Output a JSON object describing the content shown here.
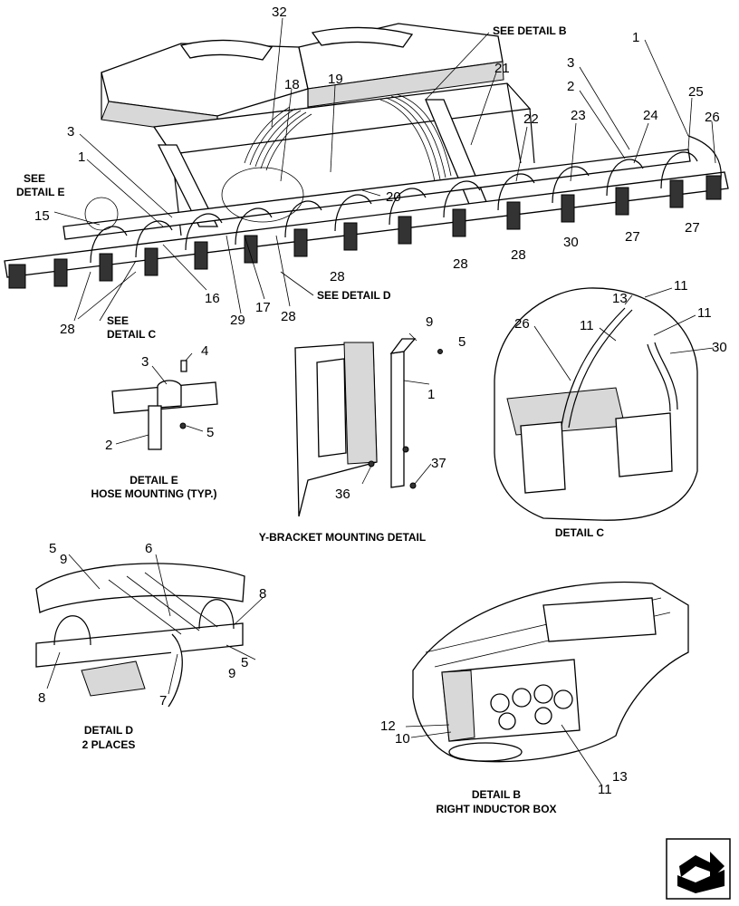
{
  "callouts": {
    "main": [
      "32",
      "SEE DETAIL B",
      "1",
      "21",
      "3",
      "2",
      "25",
      "26",
      "18",
      "19",
      "22",
      "23",
      "24",
      "3",
      "1",
      "SEE",
      "DETAIL E",
      "15",
      "20",
      "30",
      "27",
      "27",
      "28",
      "28",
      "28",
      "28",
      "SEE",
      "DETAIL C",
      "16",
      "29",
      "17",
      "28",
      "SEE DETAIL D"
    ],
    "detail_e": [
      "4",
      "3",
      "5",
      "2"
    ],
    "y_bracket": [
      "9",
      "5",
      "1",
      "36",
      "37"
    ],
    "detail_c": [
      "13",
      "11",
      "11",
      "11",
      "26",
      "30"
    ],
    "detail_d": [
      "5",
      "9",
      "6",
      "8",
      "8",
      "9",
      "5",
      "7"
    ],
    "detail_b": [
      "12",
      "10",
      "11",
      "13"
    ]
  },
  "captions": {
    "detail_e_1": "DETAIL E",
    "detail_e_2": "HOSE MOUNTING (TYP.)",
    "y_bracket": "Y-BRACKET MOUNTING DETAIL",
    "detail_c": "DETAIL  C",
    "detail_d_1": "DETAIL D",
    "detail_d_2": "2 PLACES",
    "detail_b_1": "DETAIL B",
    "detail_b_2": "RIGHT INDUCTOR BOX"
  },
  "icons": {
    "nav": "book-arrow-icon"
  }
}
